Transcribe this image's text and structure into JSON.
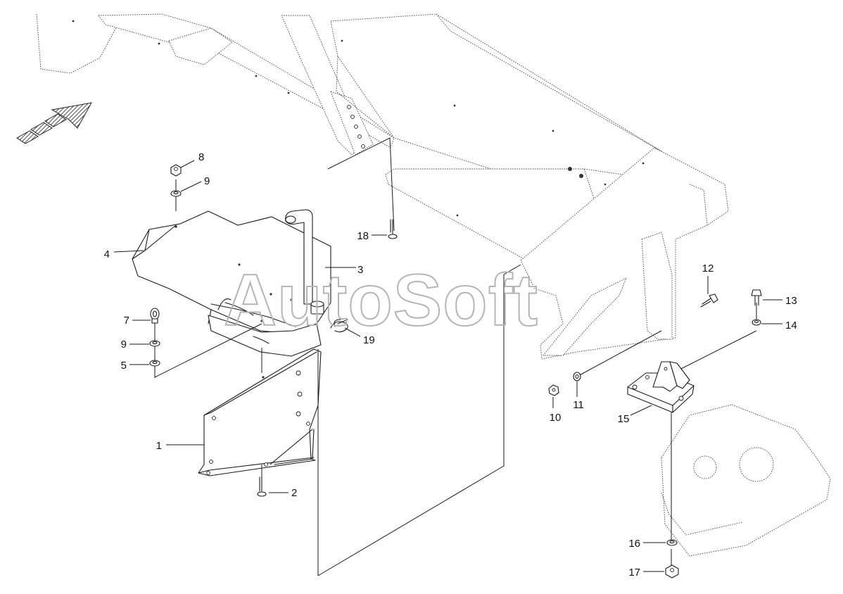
{
  "watermark": "AutoSoft",
  "direction_indicator": {
    "icon": "direction-arrow-icon",
    "pattern": "hatched"
  },
  "callouts": [
    {
      "id": "c1",
      "label": "1"
    },
    {
      "id": "c2",
      "label": "2"
    },
    {
      "id": "c3",
      "label": "3"
    },
    {
      "id": "c4",
      "label": "4"
    },
    {
      "id": "c5",
      "label": "5"
    },
    {
      "id": "c7",
      "label": "7"
    },
    {
      "id": "c8",
      "label": "8"
    },
    {
      "id": "c9a",
      "label": "9"
    },
    {
      "id": "c9b",
      "label": "9"
    },
    {
      "id": "c10",
      "label": "10"
    },
    {
      "id": "c11",
      "label": "11"
    },
    {
      "id": "c12",
      "label": "12"
    },
    {
      "id": "c13",
      "label": "13"
    },
    {
      "id": "c14",
      "label": "14"
    },
    {
      "id": "c15",
      "label": "15"
    },
    {
      "id": "c16",
      "label": "16"
    },
    {
      "id": "c17",
      "label": "17"
    },
    {
      "id": "c18",
      "label": "18"
    },
    {
      "id": "c19",
      "label": "19"
    }
  ]
}
